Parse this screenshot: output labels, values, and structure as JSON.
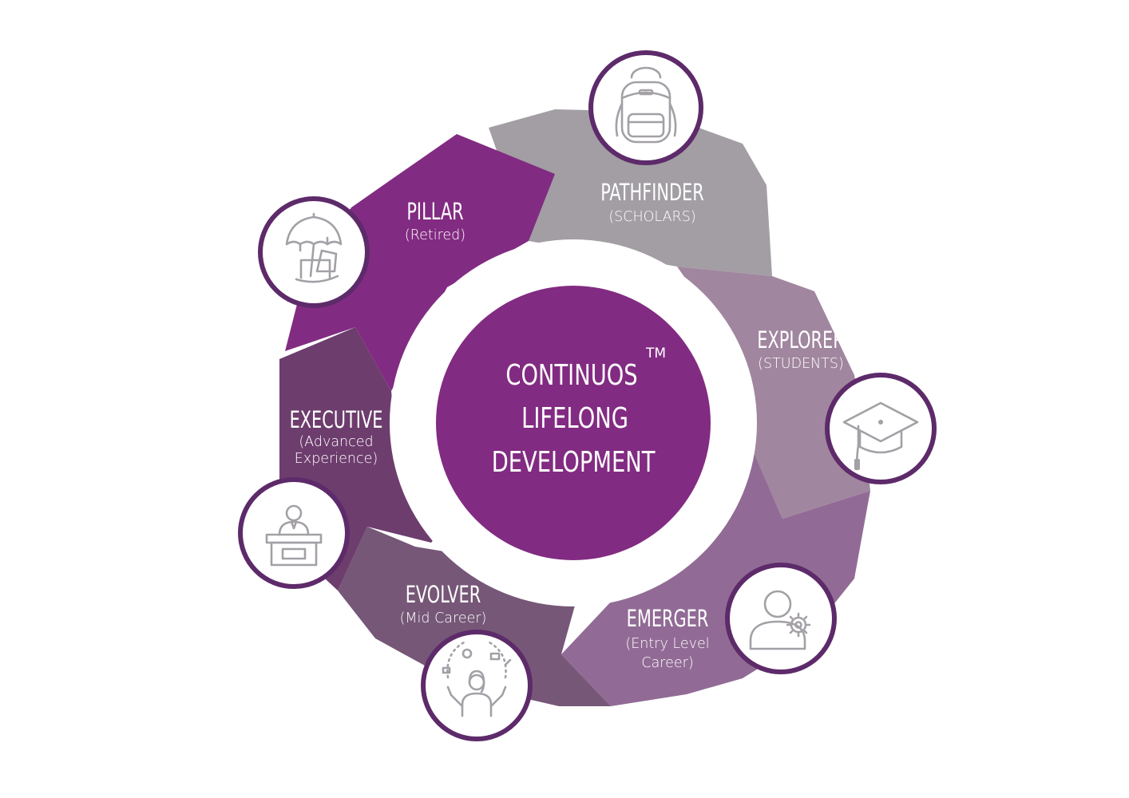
{
  "center": {
    "lines": [
      "CONTINUOS",
      "LIFELONG",
      "DEVELOPMENT"
    ],
    "trademark": "TM",
    "color": "#822b82"
  },
  "stages": [
    {
      "id": "pathfinder",
      "title": "PATHFINDER",
      "subtitle": [
        "(SCHOLARS)"
      ],
      "color": "#a29ea4",
      "icon": "backpack-icon"
    },
    {
      "id": "explorer",
      "title": "EXPLORER",
      "subtitle": [
        "(STUDENTS)"
      ],
      "color": "#a1869f",
      "icon": "graduation-cap-icon"
    },
    {
      "id": "emerger",
      "title": "EMERGER",
      "subtitle": [
        "(Entry Level",
        "Career)"
      ],
      "color": "#916b95",
      "icon": "user-gear-icon"
    },
    {
      "id": "evolver",
      "title": "EVOLVER",
      "subtitle": [
        "(Mid Career)"
      ],
      "color": "#765777",
      "icon": "multitasking-person-icon"
    },
    {
      "id": "executive",
      "title": "EXECUTIVE",
      "subtitle": [
        "(Advanced",
        "Experience)"
      ],
      "color": "#6d3d6d",
      "icon": "person-at-desk-icon"
    },
    {
      "id": "pillar",
      "title": "PILLAR",
      "subtitle": [
        "(Retired)"
      ],
      "color": "#822b82",
      "icon": "umbrella-chair-icon"
    }
  ],
  "ring_border_color": "#5d2a6a",
  "icon_color": "#a3a0a6"
}
